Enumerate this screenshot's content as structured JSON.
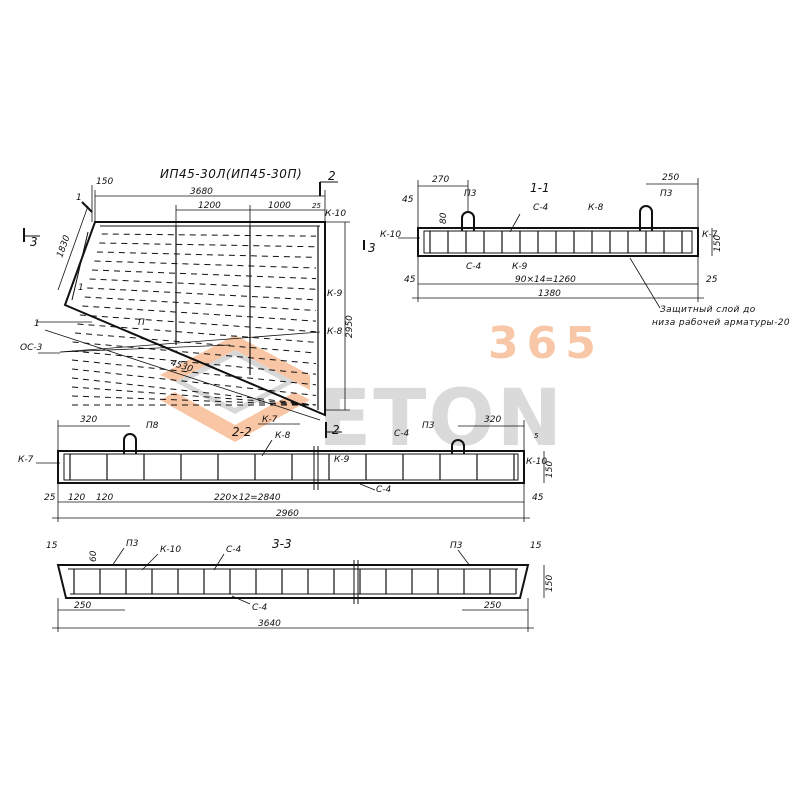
{
  "watermark": {
    "number": "365",
    "word": "ETON",
    "orange": "#f6a16a",
    "grey": "#b8b8b8"
  },
  "plan": {
    "title": "ИП45-30Л(ИП45-30П)",
    "dim_150": "150",
    "dim_3680": "3680",
    "dim_1200": "1200",
    "dim_1000": "1000",
    "dim_25": "25",
    "dim_1830": "1830",
    "dim_2950": "2950",
    "dim_4530": "4530",
    "label_k10": "К-10",
    "label_k9": "К-9",
    "label_k8": "К-8",
    "label_k7": "К-7",
    "label_p": "П",
    "label_oc3": "ОС-3",
    "mark_1a": "1",
    "mark_1b": "1",
    "mark_1c": "1",
    "mark_2": "2",
    "mark_3": "3"
  },
  "section11": {
    "title": "1-1",
    "dim_270": "270",
    "dim_250": "250",
    "dim_45a": "45",
    "dim_80": "80",
    "dim_150": "150",
    "dim_45b": "45",
    "dim_25": "25",
    "dim_chain": "90×14=1260",
    "dim_1380": "1380",
    "label_p3a": "П3",
    "label_p3b": "П3",
    "label_c4a": "С-4",
    "label_c4b": "С-4",
    "label_k8": "К-8",
    "label_k9": "К-9",
    "label_k10": "К-10",
    "label_k7": "К-7",
    "mark_3": "3",
    "note_line1": "Защитный слой до",
    "note_line2": "низа рабочей арматуры-20"
  },
  "section22": {
    "title": "2-2",
    "dim_320a": "320",
    "dim_320b": "320",
    "dim_25": "25",
    "dim_120a": "120",
    "dim_120b": "120",
    "dim_chain": "220×12=2840",
    "dim_45": "45",
    "dim_2960": "2960",
    "dim_150": "150",
    "dim_5": "5",
    "label_p8": "П8",
    "label_p3": "П3",
    "label_k7a": "К-7",
    "label_k7b": "К-7",
    "label_k8": "К-8",
    "label_k9": "К-9",
    "label_k10": "К-10",
    "label_c4a": "С-4",
    "label_c4b": "С-4",
    "mark_2": "2"
  },
  "section33": {
    "title": "3-3",
    "dim_15a": "15",
    "dim_15b": "15",
    "dim_60": "60",
    "dim_150": "150",
    "dim_250a": "250",
    "dim_250b": "250",
    "dim_3640": "3640",
    "label_p3a": "П3",
    "label_p3b": "П3",
    "label_k10": "К-10",
    "label_c4a": "С-4",
    "label_c4b": "С-4"
  }
}
